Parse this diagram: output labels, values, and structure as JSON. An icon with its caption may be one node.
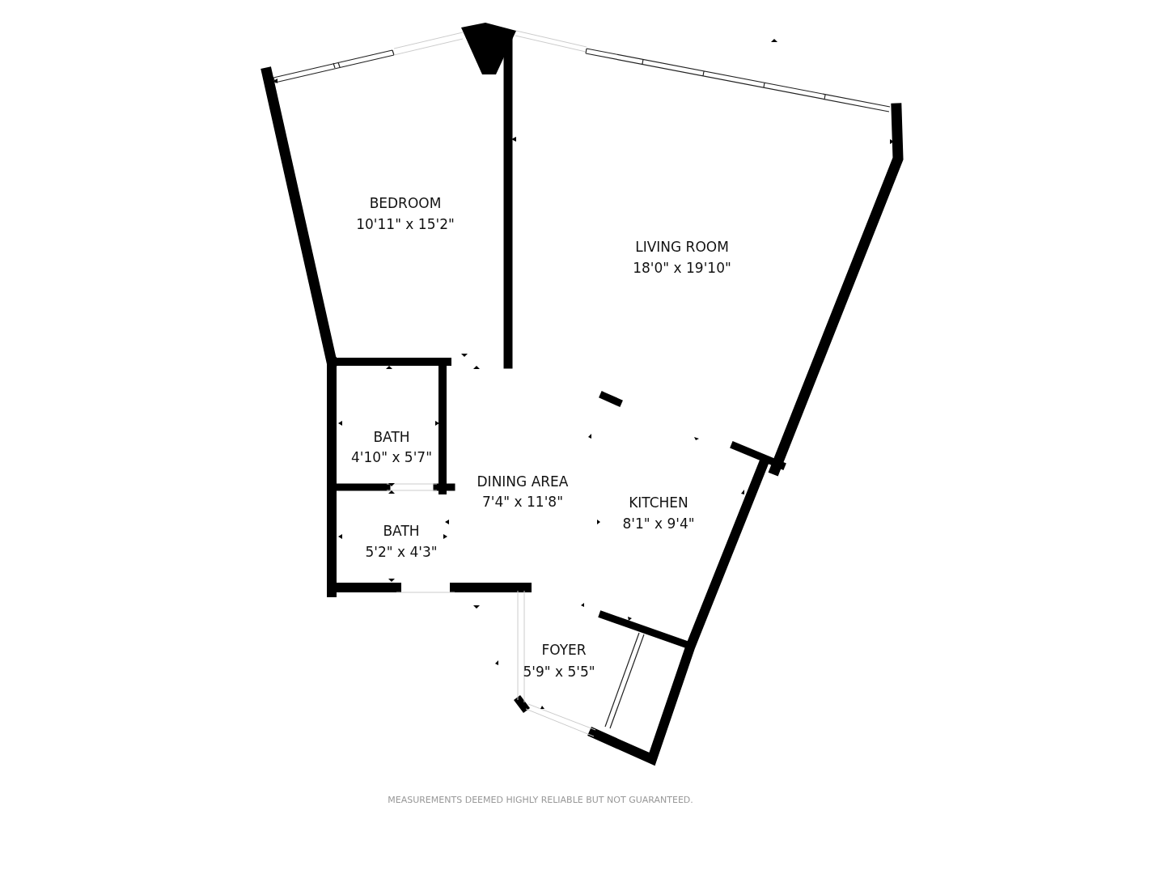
{
  "diagram": {
    "labels": [
      "BEDROOM",
      "10'11\" x 15'2\"",
      "LIVING ROOM",
      "18'0\" x 19'10\"",
      "BATH",
      "4'10\" x 5'7\"",
      "DINING AREA",
      "7'4\" x 11'8\"",
      "KITCHEN",
      "8'1\" x 9'4\"",
      "BATH",
      "5'2\" x 4'3\"",
      "FOYER",
      "5'9\" x 5'5\"",
      "MEASUREMENTS DEEMED HIGHLY RELIABLE BUT NOT GUARANTEED."
    ]
  }
}
